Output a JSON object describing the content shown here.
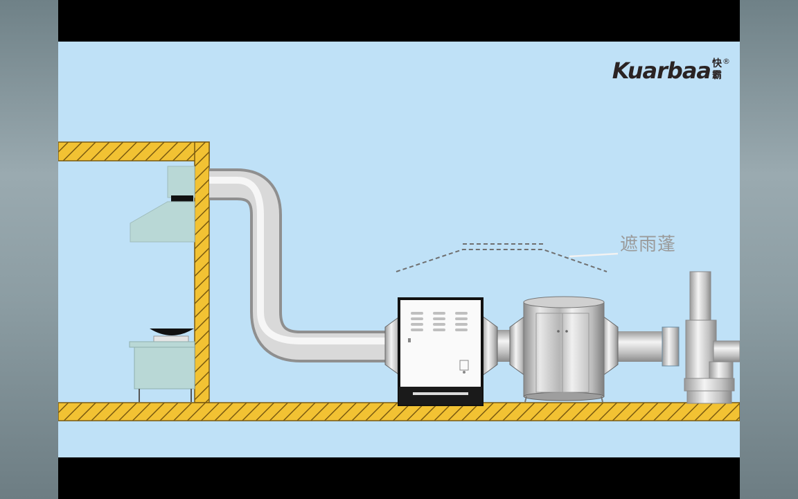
{
  "logo": {
    "brand": "Kuarbaa",
    "cn_top": "快",
    "cn_bottom": "霸",
    "reg": "®"
  },
  "annotation": {
    "rain_hood_label": "遮雨蓬"
  },
  "colors": {
    "sky": "#bfe1f7",
    "wall": "#f2c233",
    "hatch": "#7a5a10",
    "duct": "#c8c8c8",
    "hood": "#b9d8d6",
    "brand_red": "#d8262c"
  },
  "components": [
    "building-wall",
    "range-hood",
    "stove",
    "exhaust-duct",
    "rain-hood",
    "electrostatic-purifier",
    "activated-carbon-box",
    "exhaust-fan",
    "ground"
  ]
}
